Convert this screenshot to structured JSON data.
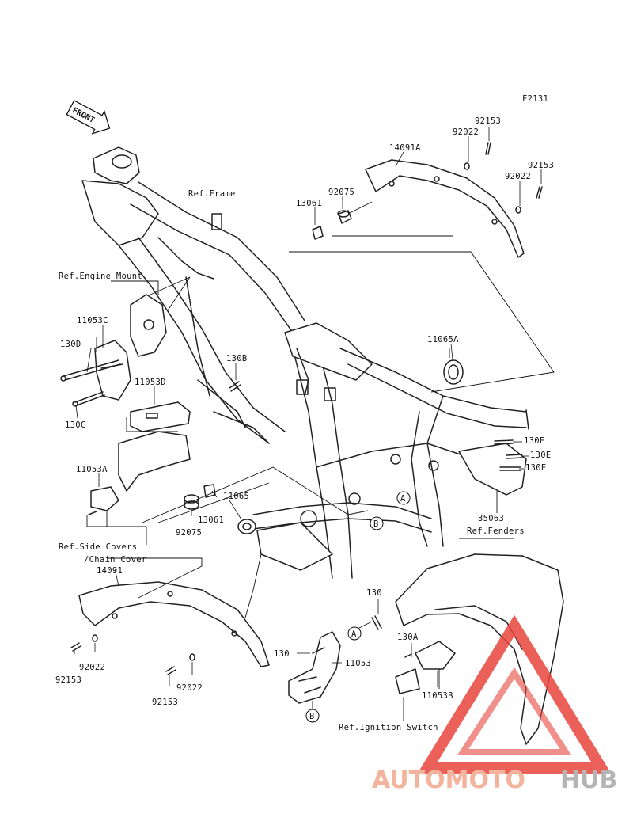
{
  "diagram_code": "F2131",
  "front_label": "FRONT",
  "refs": {
    "frame": "Ref.Frame",
    "engine_mount": "Ref.Engine Mount",
    "side_covers_line1": "Ref.Side Covers",
    "side_covers_line2": "/Chain Cover",
    "fenders": "Ref.Fenders",
    "ignition_switch": "Ref.Ignition Switch"
  },
  "parts": {
    "p14091A": "14091A",
    "p92153_a": "92153",
    "p92022_a": "92022",
    "p92153_b": "92153",
    "p92022_b": "92022",
    "p92075_a": "92075",
    "p13061_a": "13061",
    "p11065A": "11065A",
    "p11053C": "11053C",
    "p130D": "130D",
    "p130B": "130B",
    "p11053D": "11053D",
    "p130C": "130C",
    "p11053A": "11053A",
    "p11065": "11065",
    "p13061_b": "13061",
    "p92075_b": "92075",
    "p130E_1": "130E",
    "p130E_2": "130E",
    "p130E_3": "130E",
    "p35063": "35063",
    "p14091": "14091",
    "p92022_c": "92022",
    "p92153_c": "92153",
    "p92022_d": "92022",
    "p92153_d": "92153",
    "p130": "130",
    "p130_b": "130",
    "p11053": "11053",
    "p130A": "130A",
    "p11053B": "11053B"
  },
  "callouts": {
    "a1": "A",
    "a2": "A",
    "b1": "B",
    "b2": "B"
  },
  "watermark": {
    "part1": "AUTOMOTO",
    "part2": "HUB",
    "color_auto": "#f3b49d",
    "color_hub": "#b5b5b5",
    "color_logo": "#e8453c"
  }
}
